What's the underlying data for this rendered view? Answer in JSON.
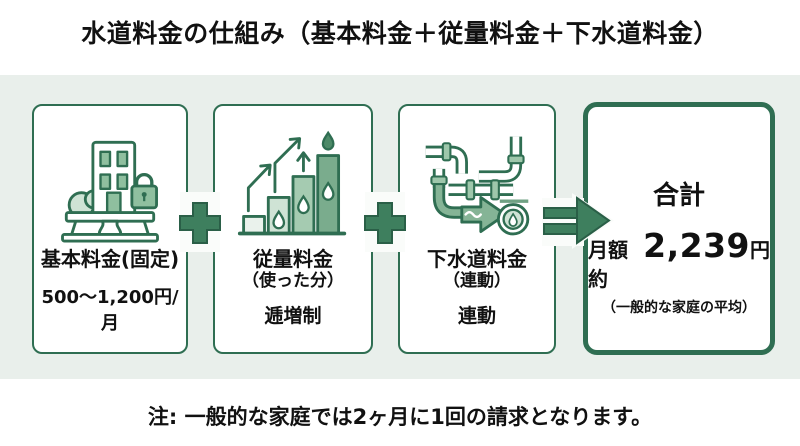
{
  "title": "水道料金の仕組み（基本料金＋従量料金＋下水道料金）",
  "boxes": [
    {
      "label": "基本料金(固定)",
      "sub": "500〜1,200円/月",
      "icon": "building-lock-icon"
    },
    {
      "label": "従量料金",
      "label2": "（使った分）",
      "sub": "逓増制",
      "icon": "rising-bars-icon"
    },
    {
      "label": "下水道料金",
      "label2": "（連動）",
      "sub": "連動",
      "icon": "pipes-icon"
    }
  ],
  "total": {
    "heading": "合計",
    "amount_prefix": "月額約",
    "amount": "2,239",
    "amount_suffix": "円",
    "note": "（一般的な家庭の平均）"
  },
  "operators": {
    "plus1": "＋",
    "plus2": "＋",
    "result": "⇒"
  },
  "footnote": "注: 一般的な家庭では2ヶ月に1回の請求となります。",
  "colors": {
    "accent": "#2f6e52",
    "accent_fill": "#3e7f5e",
    "accent_dark": "#2a5f47",
    "band": "#e9efeb",
    "icon_mid": "#8fbf9f",
    "icon_light": "#cfe3d5",
    "text": "#111111"
  }
}
